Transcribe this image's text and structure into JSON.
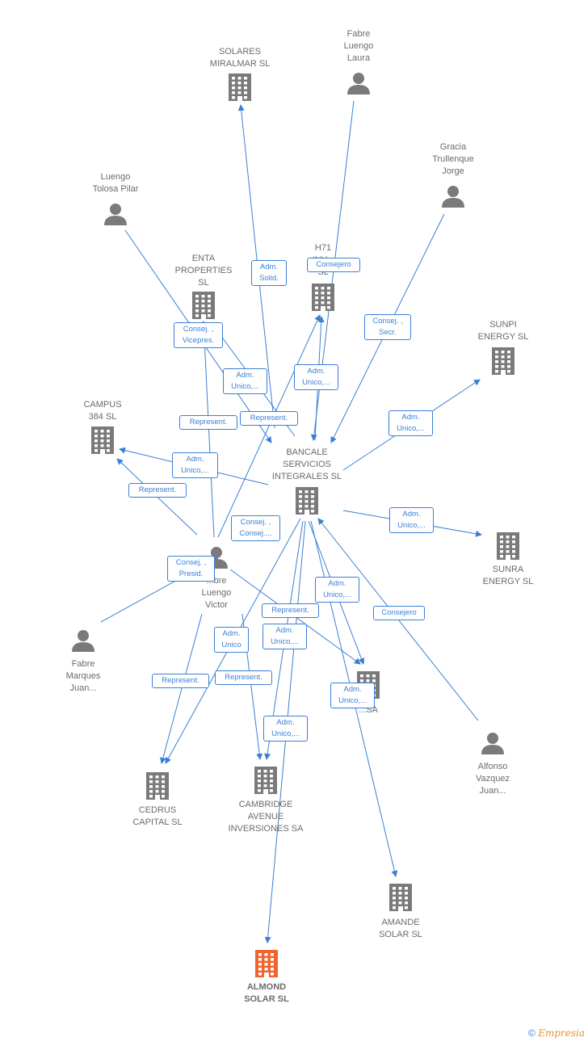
{
  "colors": {
    "edge": "#3a7fd5",
    "node": "#7a7a7a",
    "focus": "#f0642d"
  },
  "nodes": [
    {
      "id": "solares",
      "label": "SOLARES\nMIRALMAR SL",
      "type": "company"
    },
    {
      "id": "fabre_laura",
      "label": "Fabre\nLuengo\nLaura",
      "type": "person"
    },
    {
      "id": "gracia",
      "label": "Gracia\nTrullenque\nJorge",
      "type": "person"
    },
    {
      "id": "luengo_pilar",
      "label": "Luengo\nTolosa Pilar",
      "type": "person"
    },
    {
      "id": "enta",
      "label": "ENTA\nPROPERTIES\nSL",
      "type": "company"
    },
    {
      "id": "h71",
      "label": "H71\nINV...\nSL",
      "type": "company"
    },
    {
      "id": "sunpi",
      "label": "SUNPI\nENERGY SL",
      "type": "company"
    },
    {
      "id": "campus",
      "label": "CAMPUS\n384 SL",
      "type": "company"
    },
    {
      "id": "bancale",
      "label": "BANCALE\nSERVICIOS\nINTEGRALES SL",
      "type": "company"
    },
    {
      "id": "sunra",
      "label": "SUNRA\nENERGY SL",
      "type": "company"
    },
    {
      "id": "fabre_victor",
      "label": "...bre\nLuengo\nVictor",
      "type": "person"
    },
    {
      "id": "fabre_marques",
      "label": "Fabre\nMarques\nJuan...",
      "type": "person"
    },
    {
      "id": "mid_sa",
      "label": "...SA",
      "type": "company"
    },
    {
      "id": "alfonso",
      "label": "Alfonso\nVazquez\nJuan...",
      "type": "person"
    },
    {
      "id": "cedrus",
      "label": "CEDRUS\nCAPITAL SL",
      "type": "company"
    },
    {
      "id": "cambridge",
      "label": "CAMBRIDGE\nAVENUE\nINVERSIONES SA",
      "type": "company"
    },
    {
      "id": "amande",
      "label": "AMANDE\nSOLAR SL",
      "type": "company"
    },
    {
      "id": "almond",
      "label": "ALMOND\nSOLAR SL",
      "type": "company",
      "focus": true
    }
  ],
  "edge_labels": [
    "Adm.\nSolid.",
    "Consejero",
    "Consej. ,\nSecr.",
    "Consej. ,\nVicepres.",
    "Adm.\nUnico,...",
    "Adm.\nUnico,...",
    "Represent.",
    "Represent.",
    "Adm.\nUnico,...",
    "Adm.\nUnico,...",
    "Represent.",
    "Adm.\nUnico,...",
    "Consej. ,\nConsej....",
    "Consej. ,\nPresid.",
    "Adm.\nUnico,...",
    "Represent.",
    "Consejero",
    "Adm.\nUnico,...",
    "Adm.\nUnico",
    "Represent.",
    "Represent.",
    "Adm.\nUnico,...",
    "Adm.\nUnico,..."
  ],
  "footer": {
    "copyright": "©",
    "brand": "Empresia"
  }
}
